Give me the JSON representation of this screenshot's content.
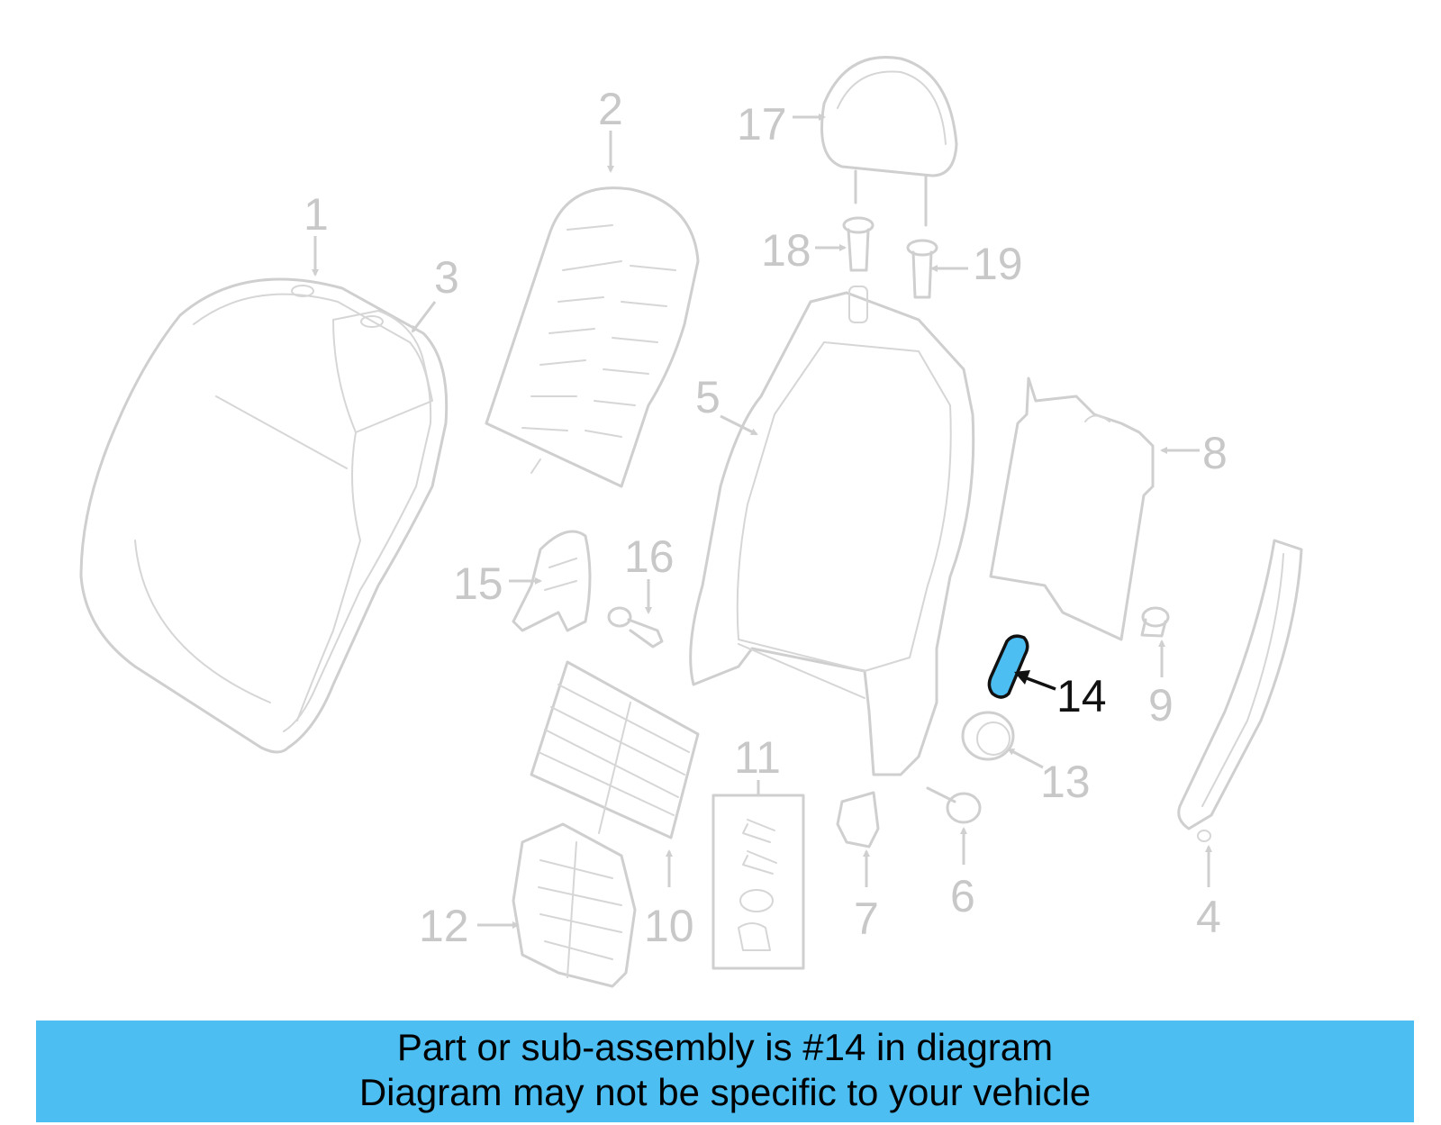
{
  "labels": {
    "l1": "1",
    "l2": "2",
    "l3": "3",
    "l4": "4",
    "l5": "5",
    "l6": "6",
    "l7": "7",
    "l8": "8",
    "l9": "9",
    "l10": "10",
    "l11": "11",
    "l12": "12",
    "l13": "13",
    "l14": "14",
    "l15": "15",
    "l16": "16",
    "l17": "17",
    "l18": "18",
    "l19": "19"
  },
  "highlight": {
    "part_number": "14",
    "fill_color": "#4dbef2"
  },
  "banner": {
    "line1": "Part or sub-assembly is #14 in diagram",
    "line2": "Diagram may not be specific to your vehicle",
    "background": "#4dbef2"
  }
}
